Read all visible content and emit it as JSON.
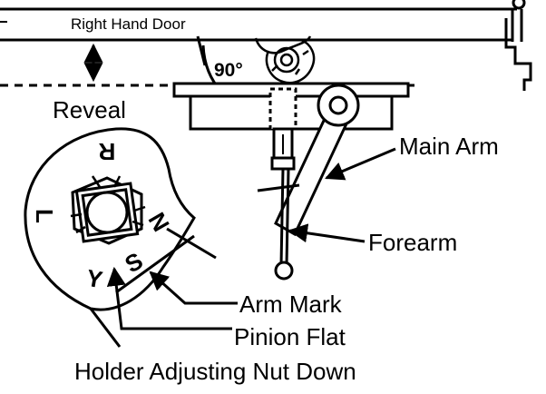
{
  "labels": {
    "door": "Right Hand Door",
    "angle": "90°",
    "reveal": "Reveal",
    "main_arm": "Main Arm",
    "forearm": "Forearm",
    "arm_mark": "Arm Mark",
    "pinion_flat": "Pinion Flat",
    "caption": "Holder Adjusting Nut Down"
  },
  "dial_letters": {
    "r": "R",
    "l": "L",
    "n": "N",
    "s": "S",
    "y": "Y"
  }
}
